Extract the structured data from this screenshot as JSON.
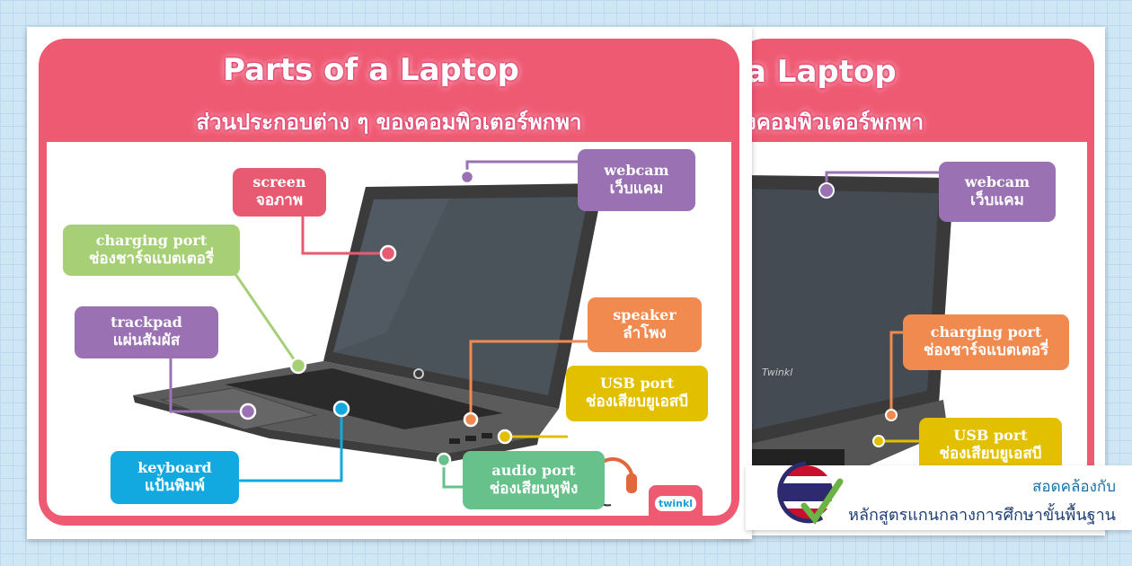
{
  "poster": {
    "title_en": "Parts of a Laptop",
    "title_th": "ส่วนประกอบต่าง ๆ ของคอมพิวเตอร์พกพา",
    "back_title_en": "a Laptop",
    "back_title_th": "งคอมพิวเตอร์พกพา",
    "labels": {
      "screen": {
        "en": "screen",
        "th": "จอภาพ"
      },
      "charging": {
        "en": "charging port",
        "th": "ช่องชาร์จแบตเตอรี่"
      },
      "trackpad": {
        "en": "trackpad",
        "th": "แผ่นสัมผัส"
      },
      "keyboard": {
        "en": "keyboard",
        "th": "แป้นพิมพ์"
      },
      "webcam": {
        "en": "webcam",
        "th": "เว็บแคม"
      },
      "speaker": {
        "en": "speaker",
        "th": "ลำโพง"
      },
      "usb": {
        "en": "USB port",
        "th": "ช่องเสียบยูเอสบี"
      },
      "audio": {
        "en": "audio port",
        "th": "ช่องเสียบหูฟัง"
      }
    },
    "brand": "twinkl",
    "laptop_brand": "Twinkl"
  },
  "badge": {
    "line1": "สอดคล้องกับ",
    "line2": "หลักสูตรแกนกลางการศึกษาขั้นพื้นฐาน"
  },
  "colors": {
    "pink": "#ef5a73",
    "red": "#e85a71",
    "green_light": "#a6cf76",
    "purple": "#9a72b3",
    "blue": "#12a9e0",
    "orange": "#f08a4f",
    "yellow": "#e2c000",
    "green": "#66c18a"
  }
}
